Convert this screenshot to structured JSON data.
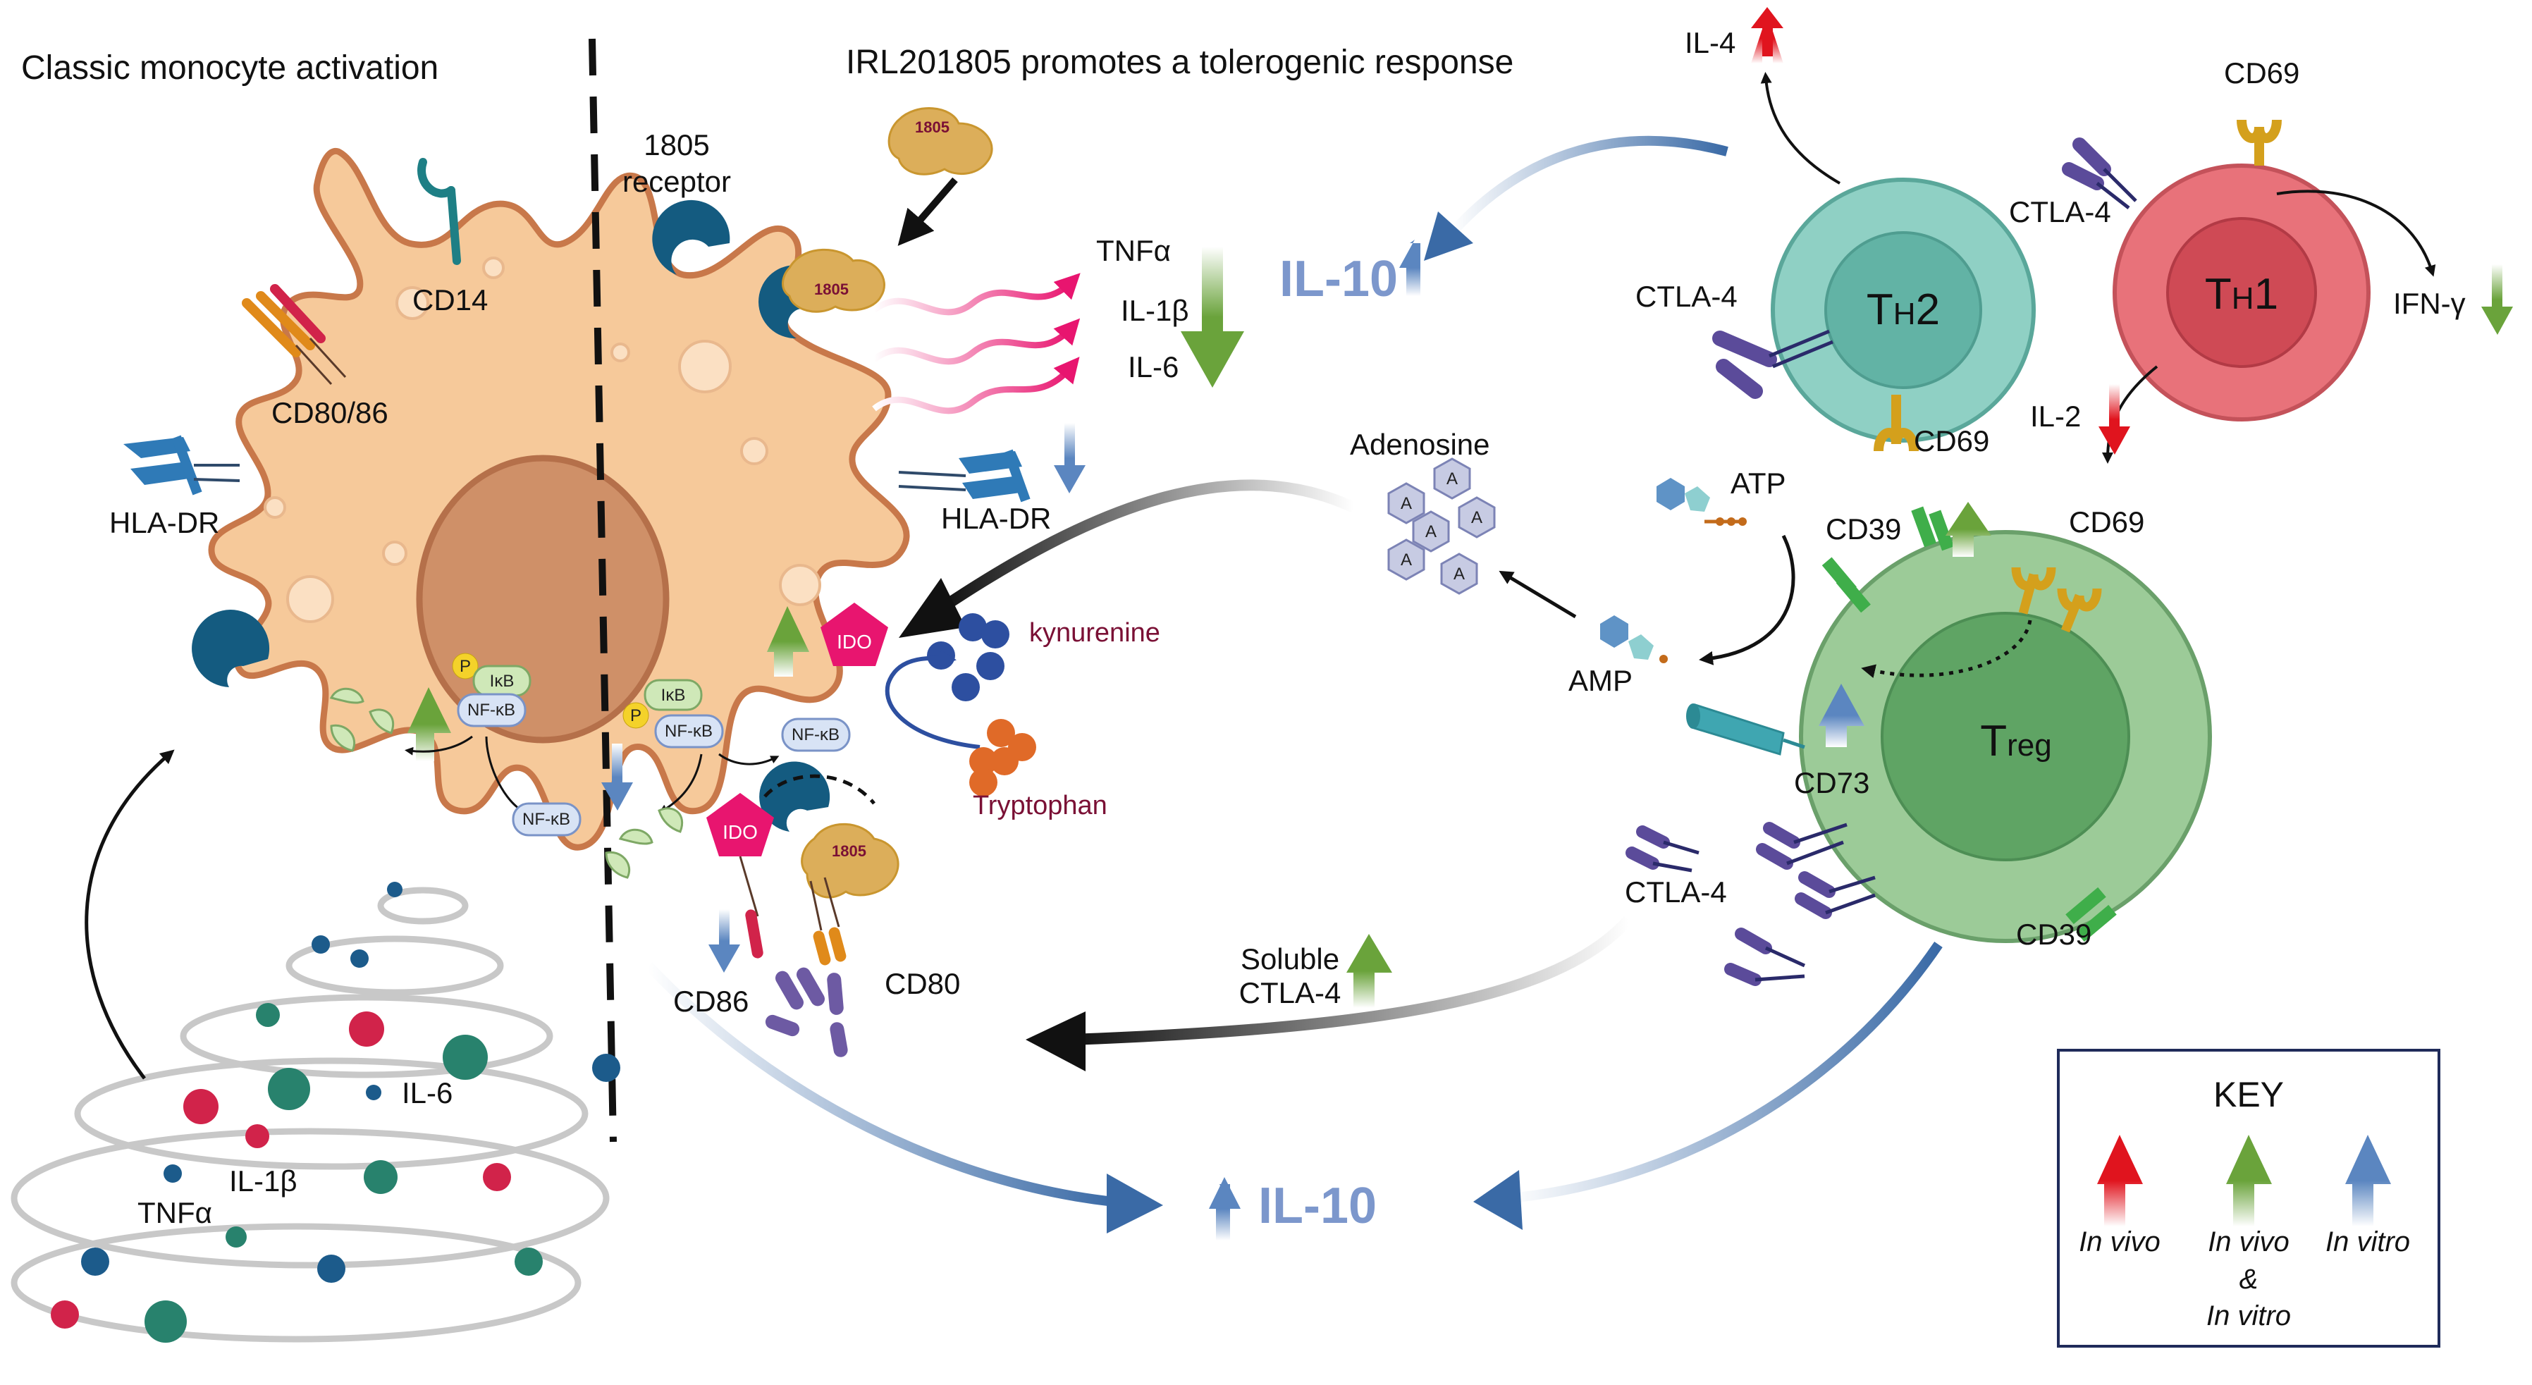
{
  "headings": {
    "left": "Classic monocyte activation",
    "right": "IRL201805 promotes a tolerogenic response"
  },
  "molecule_1805": "1805",
  "labels": {
    "receptor": "1805\nreceptor",
    "cd14": "CD14",
    "cd80_86": "CD80/86",
    "hla_dr_left": "HLA-DR",
    "hla_dr_right": "HLA-DR",
    "tnfa_top": "TNFα",
    "il1b_top": "IL-1β",
    "il6_top": "IL-6",
    "il10_top": "IL-10",
    "il10_bottom": "IL-10",
    "il4": "IL-4",
    "cd69_th1": "CD69",
    "ctla4_th1": "CTLA-4",
    "ctla4_th2": "CTLA-4",
    "cd69_th2": "CD69",
    "ifng": "IFN-γ",
    "il2": "IL-2",
    "th2": "TH2",
    "th1": "TH1",
    "treg": "Treg",
    "adenosine": "Adenosine",
    "adenosine_letter": "A",
    "atp": "ATP",
    "amp": "AMP",
    "cd39_top": "CD39",
    "cd69_treg": "CD69",
    "cd73": "CD73",
    "cd39_bottom": "CD39",
    "ctla4_treg": "CTLA-4",
    "soluble_ctla4": "Soluble\nCTLA-4",
    "kynurenine": "kynurenine",
    "tryptophan": "Tryptophan",
    "ido": "IDO",
    "cd86": "CD86",
    "cd80": "CD80",
    "il6_bottom": "IL-6",
    "il1b_bottom": "IL-1β",
    "tnfa_bottom": "TNFα",
    "ikb": "IκB",
    "nfkb": "NF-κB",
    "p": "P"
  },
  "key": {
    "title": "KEY",
    "in_vivo": "In vivo",
    "both": "In vivo\n&\nIn vitro",
    "in_vitro": "In vitro"
  },
  "colors": {
    "in_vivo": "#e0141e",
    "both": "#6aa33b",
    "in_vitro": "#5b86c0",
    "cell_fill": "#f6c99a",
    "cell_stroke": "#c8784a",
    "nucleus": "#cf9068",
    "th2": "#8fd0c4",
    "th1": "#e8727a",
    "treg": "#9ccb98",
    "magenta": "#e8156f",
    "il10_text": "#7c97cc"
  }
}
